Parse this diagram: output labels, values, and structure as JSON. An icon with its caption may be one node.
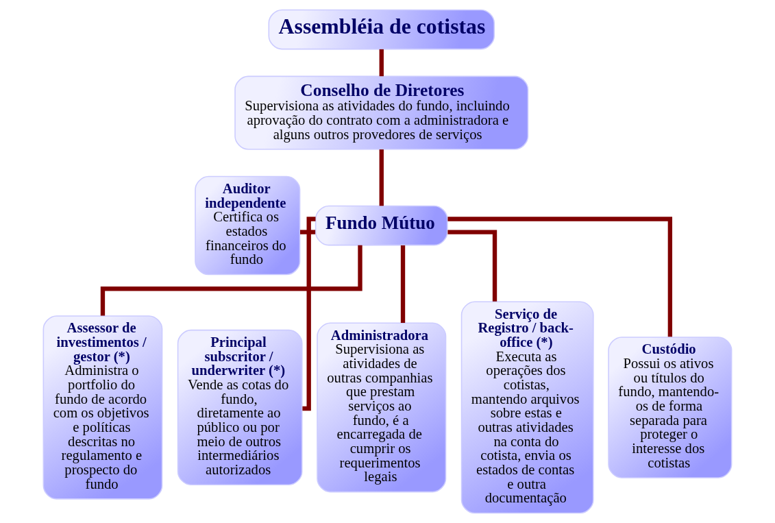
{
  "diagram": {
    "nodes": [
      {
        "text": [
          "Assembléia de cotistas"
        ]
      },
      {
        "text": [
          "Conselho de Diretores",
          "Supervisiona as atividades do fundo, incluindo aprovação do contrato com a administradora e alguns outros provedores de serviços"
        ]
      },
      {
        "text": [
          "Auditor independente",
          "Certifica os estados financeiros do fundo"
        ]
      },
      {
        "text": [
          "Fundo Mútuo"
        ]
      },
      {
        "text": [
          "Assessor de investimentos / gestor (*)",
          "Administra o portfolio do fundo de acordo com os objetivos e políticas descritas no regulamento e prospecto do fundo"
        ]
      },
      {
        "text": [
          "Principal subscritor / underwriter (*)",
          "Vende as cotas do fundo, diretamente ao público ou por meio de outros intermediários autorizados"
        ]
      },
      {
        "text": [
          "Administradora",
          "Supervisiona as atividades de outras companhias que prestam serviços ao fundo, é a encarregada de cumprir os requerimentos legais"
        ]
      },
      {
        "text": [
          "Serviço de Registro / back-office (*)",
          "Executa as operações dos cotistas, mantendo arquivos sobre estas e outras atividades na conta do cotista, envia os estados de contas e outra documentação"
        ]
      },
      {
        "text": [
          "Custódio",
          "Possui os ativos ou títulos do fundo, mantendo-os de forma separada para proteger o interesse dos cotistas"
        ]
      }
    ],
    "edges": [
      {
        "from": 0,
        "to": 1,
        "arrow": "none"
      },
      {
        "from": 1,
        "to": 3,
        "arrow": "none"
      },
      {
        "from": 2,
        "to": 3,
        "arrow": "none"
      },
      {
        "from": 3,
        "to": 4,
        "arrow": "none"
      },
      {
        "from": 3,
        "to": 5,
        "arrow": "none"
      },
      {
        "from": 3,
        "to": 6,
        "arrow": "none"
      },
      {
        "from": 3,
        "to": 7,
        "arrow": "none"
      },
      {
        "from": 3,
        "to": 8,
        "arrow": "none"
      }
    ]
  }
}
